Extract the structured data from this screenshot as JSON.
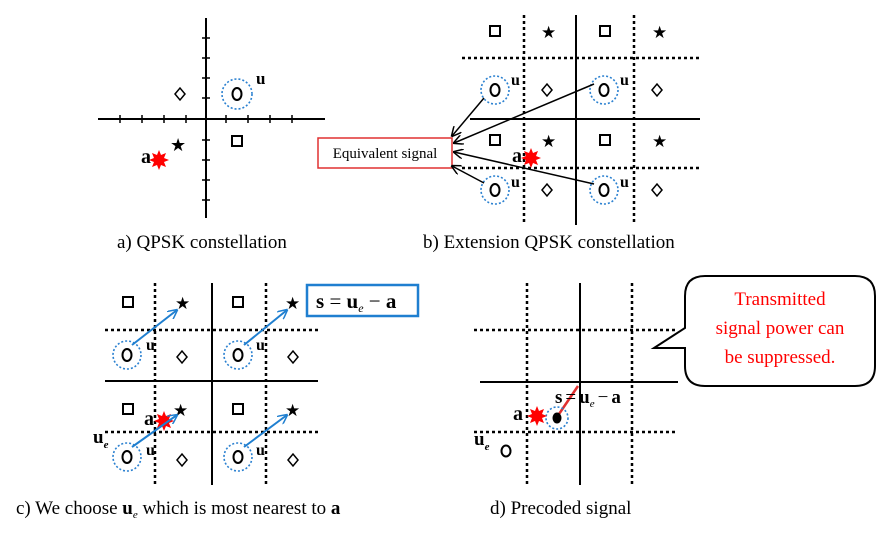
{
  "captions": {
    "a": "a) QPSK constellation",
    "b": "b) Extension QPSK constellation",
    "c_pre": "c) We choose ",
    "c_ue": "u",
    "c_sub": "e",
    "c_mid": " which is most nearest to ",
    "c_a": "a",
    "d": "d) Precoded signal"
  },
  "labels": {
    "u": "u",
    "a": "a",
    "ue_u": "u",
    "ue_e": "e",
    "s": "s",
    "eq": "=",
    "minus": "−"
  },
  "equivalent_signal": "Equivalent signal",
  "equation_box": {
    "s": "s",
    "eq": " = ",
    "u": "u",
    "e": "e",
    "minus": " − ",
    "a": "a"
  },
  "callout": {
    "line1": "Transmitted",
    "line2": "signal power can",
    "line3": "be suppressed."
  },
  "symbols": {
    "square": "□",
    "star": "★",
    "diamond": "◇",
    "circle": "o",
    "dot": "●"
  },
  "colors": {
    "red": "#ff0000",
    "blue": "#1f7fd0",
    "circle_dotted": "#2a80d0",
    "box_blue": "#1f7fd0",
    "box_red": "#e03030"
  }
}
